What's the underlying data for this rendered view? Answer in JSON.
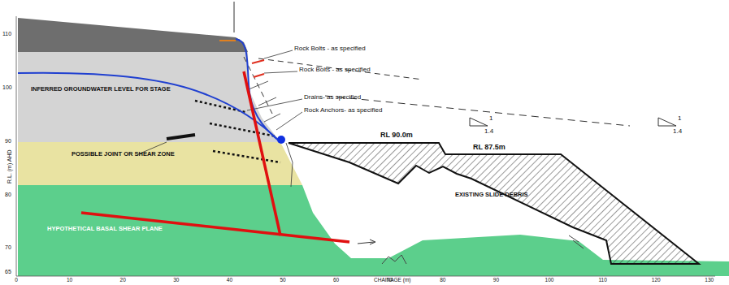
{
  "diagram": {
    "labels": [
      "Rock Bolts - as specified",
      "Rock Bolts - as specified",
      "Drains- as specified",
      "Rock Anchors- as specified",
      "INFERRED GROUNDWATER LEVEL FOR STAGE",
      "POSSIBLE JOINT OR SHEAR ZONE",
      "RL 90.0m",
      "RL 87.5m",
      "1",
      "1.4",
      "1",
      "1.4",
      "EXISTING SLIDE DEBRIS",
      "HYPOTHETICAL BASAL SHEAR PLANE",
      "110",
      "100",
      "90",
      "80",
      "70",
      "65",
      "R.L. (m) AHD",
      "0",
      "10",
      "20",
      "30",
      "40",
      "50",
      "60",
      "70",
      "80",
      "90",
      "100",
      "110",
      "120",
      "130",
      "CHAINAGE (m)"
    ]
  }
}
